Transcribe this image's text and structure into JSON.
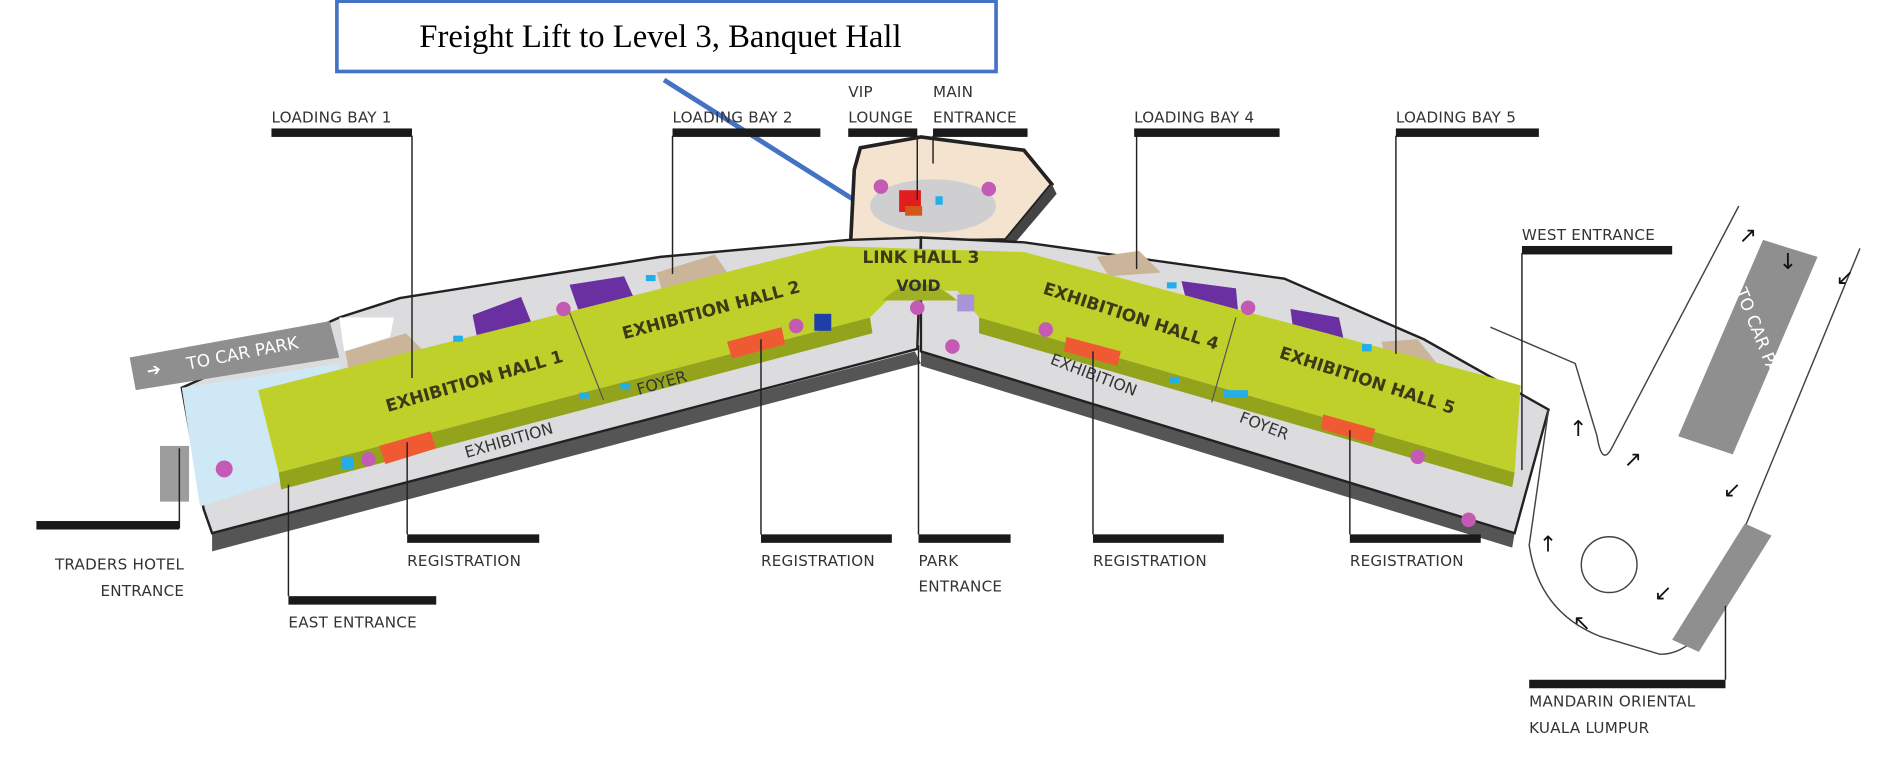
{
  "callout": {
    "text": "Freight Lift to Level 3, Banquet Hall",
    "border_color": "#4472c4"
  },
  "labels": {
    "loading_bay_1": "LOADING BAY 1",
    "loading_bay_2": "LOADING BAY 2",
    "vip_line1": "VIP",
    "vip_line2": "LOUNGE",
    "main_line1": "MAIN",
    "main_line2": "ENTRANCE",
    "loading_bay_4": "LOADING BAY 4",
    "loading_bay_5": "LOADING BAY 5",
    "west_entrance": "WEST ENTRANCE",
    "traders_line1": "TRADERS HOTEL",
    "traders_line2": "ENTRANCE",
    "east_entrance": "EAST ENTRANCE",
    "registration_1": "REGISTRATION",
    "registration_2": "REGISTRATION",
    "park_line1": "PARK",
    "park_line2": "ENTRANCE",
    "registration_4": "REGISTRATION",
    "registration_5": "REGISTRATION",
    "mandarin_line1": "MANDARIN ORIENTAL",
    "mandarin_line2": "KUALA LUMPUR"
  },
  "halls": {
    "hall1": "EXHIBITION HALL 1",
    "hall2": "EXHIBITION HALL 2",
    "link3": "LINK HALL 3",
    "void": "VOID",
    "hall4": "EXHIBITION HALL 4",
    "hall5": "EXHIBITION HALL 5"
  },
  "foyer": {
    "left_exhibition": "EXHIBITION",
    "left_foyer": "FOYER",
    "right_exhibition": "EXHIBITION",
    "right_foyer": "FOYER"
  },
  "car_park": {
    "left": "TO CAR PARK",
    "right": "TO CAR PARK"
  },
  "colors": {
    "hall": "#bfd02a",
    "floor": "#dcdcde",
    "registration": "#f05a32",
    "lift": "#c45ab4",
    "loading": "#cbb59a",
    "storage": "#6a2fa0"
  }
}
